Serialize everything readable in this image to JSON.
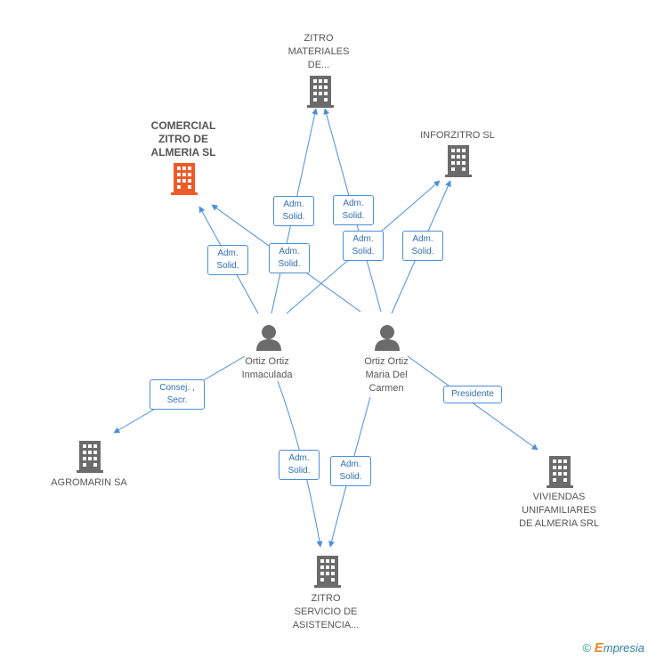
{
  "colors": {
    "edge": "#4a8fd8",
    "building": "#6b6b6b",
    "building_main": "#f05a28",
    "person": "#6b6b6b"
  },
  "nodes": {
    "zitro_materiales": {
      "label_lines": [
        "ZITRO",
        "MATERIALES",
        "DE..."
      ],
      "icon": "building-icon"
    },
    "comercial_zitro": {
      "label_lines": [
        "COMERCIAL",
        "ZITRO DE",
        "ALMERIA SL"
      ],
      "icon": "building-icon"
    },
    "inforzitro": {
      "label_lines": [
        "INFORZITRO SL"
      ],
      "icon": "building-icon"
    },
    "ortiz_inmaculada": {
      "label_lines": [
        "Ortiz Ortiz",
        "Inmaculada"
      ],
      "icon": "person-icon"
    },
    "ortiz_maria": {
      "label_lines": [
        "Ortiz Ortiz",
        "Maria Del",
        "Carmen"
      ],
      "icon": "person-icon"
    },
    "agromarin": {
      "label_lines": [
        "AGROMARIN SA"
      ],
      "icon": "building-icon"
    },
    "viviendas": {
      "label_lines": [
        "VIVIENDAS",
        "UNIFAMILIARES",
        "DE ALMERIA SRL"
      ],
      "icon": "building-icon"
    },
    "zitro_servicio": {
      "label_lines": [
        "ZITRO",
        "SERVICIO DE",
        "ASISTENCIA..."
      ],
      "icon": "building-icon"
    }
  },
  "edges": {
    "inm_comercial": [
      "Adm.",
      "Solid."
    ],
    "mar_comercial": [
      "Adm.",
      "Solid."
    ],
    "inm_materiales": [
      "Adm.",
      "Solid."
    ],
    "mar_materiales": [
      "Adm.",
      "Solid."
    ],
    "inm_inforzitro": [
      "Adm.",
      "Solid."
    ],
    "mar_inforzitro": [
      "Adm.",
      "Solid."
    ],
    "inm_agromarin": [
      "Consej. ,",
      "Secr."
    ],
    "mar_viviendas": [
      "Presidente"
    ],
    "inm_servicio": [
      "Adm.",
      "Solid."
    ],
    "mar_servicio": [
      "Adm.",
      "Solid."
    ]
  },
  "footer": {
    "copyright": "©",
    "brand_initial": "E",
    "brand_rest": "mpresia"
  }
}
